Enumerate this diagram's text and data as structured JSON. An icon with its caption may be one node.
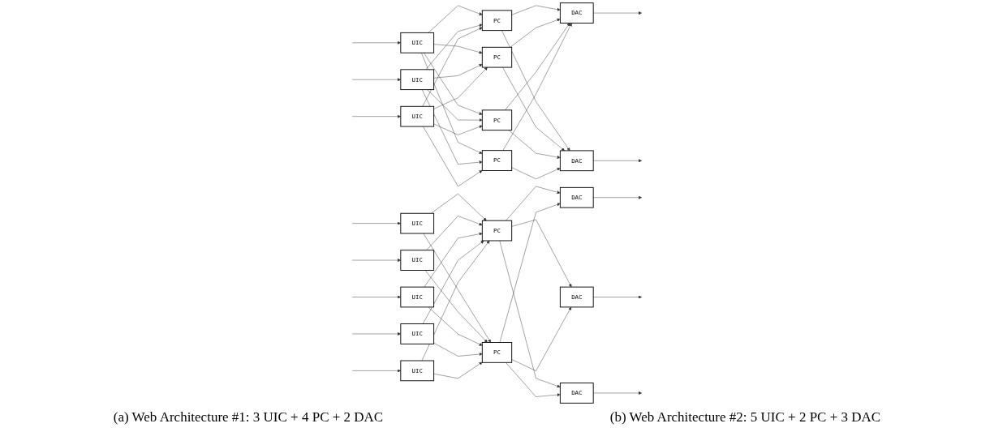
{
  "diagram": {
    "nodes": [
      {
        "text": [
          "UIC"
        ]
      },
      {
        "text": [
          "UIC"
        ]
      },
      {
        "text": [
          "UIC"
        ]
      },
      {
        "text": [
          "PC"
        ]
      },
      {
        "text": [
          "PC"
        ]
      },
      {
        "text": [
          "PC"
        ]
      },
      {
        "text": [
          "PC"
        ]
      },
      {
        "text": [
          "DAC"
        ]
      },
      {
        "text": [
          "DAC"
        ]
      },
      {
        "text": [
          "UIC"
        ]
      },
      {
        "text": [
          "UIC"
        ]
      },
      {
        "text": [
          "UIC"
        ]
      },
      {
        "text": [
          "UIC"
        ]
      },
      {
        "text": [
          "UIC"
        ]
      },
      {
        "text": [
          "PC"
        ]
      },
      {
        "text": [
          "PC"
        ]
      },
      {
        "text": [
          "DAC"
        ]
      },
      {
        "text": [
          "DAC"
        ]
      },
      {
        "text": [
          "DAC"
        ]
      }
    ],
    "edges": [
      {
        "from": null,
        "to": 0,
        "arrow": "to"
      },
      {
        "from": null,
        "to": 1,
        "arrow": "to"
      },
      {
        "from": null,
        "to": 2,
        "arrow": "to"
      },
      {
        "from": 0,
        "to": 3,
        "arrow": "to"
      },
      {
        "from": 0,
        "to": 4,
        "arrow": "to"
      },
      {
        "from": 0,
        "to": 5,
        "arrow": "to"
      },
      {
        "from": 0,
        "to": 6,
        "arrow": "to"
      },
      {
        "from": 1,
        "to": 3,
        "arrow": "to"
      },
      {
        "from": 1,
        "to": 4,
        "arrow": "to"
      },
      {
        "from": 1,
        "to": 5,
        "arrow": "to"
      },
      {
        "from": 1,
        "to": 6,
        "arrow": "to"
      },
      {
        "from": 2,
        "to": 3,
        "arrow": "to"
      },
      {
        "from": 2,
        "to": 4,
        "arrow": "to"
      },
      {
        "from": 2,
        "to": 5,
        "arrow": "to"
      },
      {
        "from": 2,
        "to": 6,
        "arrow": "to"
      },
      {
        "from": 3,
        "to": 7,
        "arrow": "to"
      },
      {
        "from": 3,
        "to": 8,
        "arrow": "to"
      },
      {
        "from": 4,
        "to": 7,
        "arrow": "to"
      },
      {
        "from": 4,
        "to": 8,
        "arrow": "to"
      },
      {
        "from": 5,
        "to": 7,
        "arrow": "to"
      },
      {
        "from": 5,
        "to": 8,
        "arrow": "to"
      },
      {
        "from": 6,
        "to": 7,
        "arrow": "to"
      },
      {
        "from": 6,
        "to": 8,
        "arrow": "to"
      },
      {
        "from": 7,
        "to": null,
        "arrow": "to"
      },
      {
        "from": 8,
        "to": null,
        "arrow": "to"
      },
      {
        "from": null,
        "to": 9,
        "arrow": "to"
      },
      {
        "from": null,
        "to": 10,
        "arrow": "to"
      },
      {
        "from": null,
        "to": 11,
        "arrow": "to"
      },
      {
        "from": null,
        "to": 12,
        "arrow": "to"
      },
      {
        "from": null,
        "to": 13,
        "arrow": "to"
      },
      {
        "from": 9,
        "to": 14,
        "arrow": "to"
      },
      {
        "from": 9,
        "to": 15,
        "arrow": "to"
      },
      {
        "from": 10,
        "to": 14,
        "arrow": "to"
      },
      {
        "from": 10,
        "to": 15,
        "arrow": "to"
      },
      {
        "from": 11,
        "to": 14,
        "arrow": "to"
      },
      {
        "from": 11,
        "to": 15,
        "arrow": "to"
      },
      {
        "from": 12,
        "to": 14,
        "arrow": "to"
      },
      {
        "from": 12,
        "to": 15,
        "arrow": "to"
      },
      {
        "from": 13,
        "to": 14,
        "arrow": "to"
      },
      {
        "from": 13,
        "to": 15,
        "arrow": "to"
      },
      {
        "from": 14,
        "to": 16,
        "arrow": "to"
      },
      {
        "from": 14,
        "to": 17,
        "arrow": "to"
      },
      {
        "from": 14,
        "to": 18,
        "arrow": "to"
      },
      {
        "from": 15,
        "to": 16,
        "arrow": "to"
      },
      {
        "from": 15,
        "to": 17,
        "arrow": "to"
      },
      {
        "from": 15,
        "to": 18,
        "arrow": "to"
      },
      {
        "from": 16,
        "to": null,
        "arrow": "to"
      },
      {
        "from": 17,
        "to": null,
        "arrow": "to"
      },
      {
        "from": 18,
        "to": null,
        "arrow": "to"
      }
    ],
    "labels": [
      "(a) Web Architecture #1: 3 UIC + 4 PC + 2 DAC",
      "(b) Web Architecture #2: 5 UIC + 2 PC + 3 DAC"
    ]
  }
}
